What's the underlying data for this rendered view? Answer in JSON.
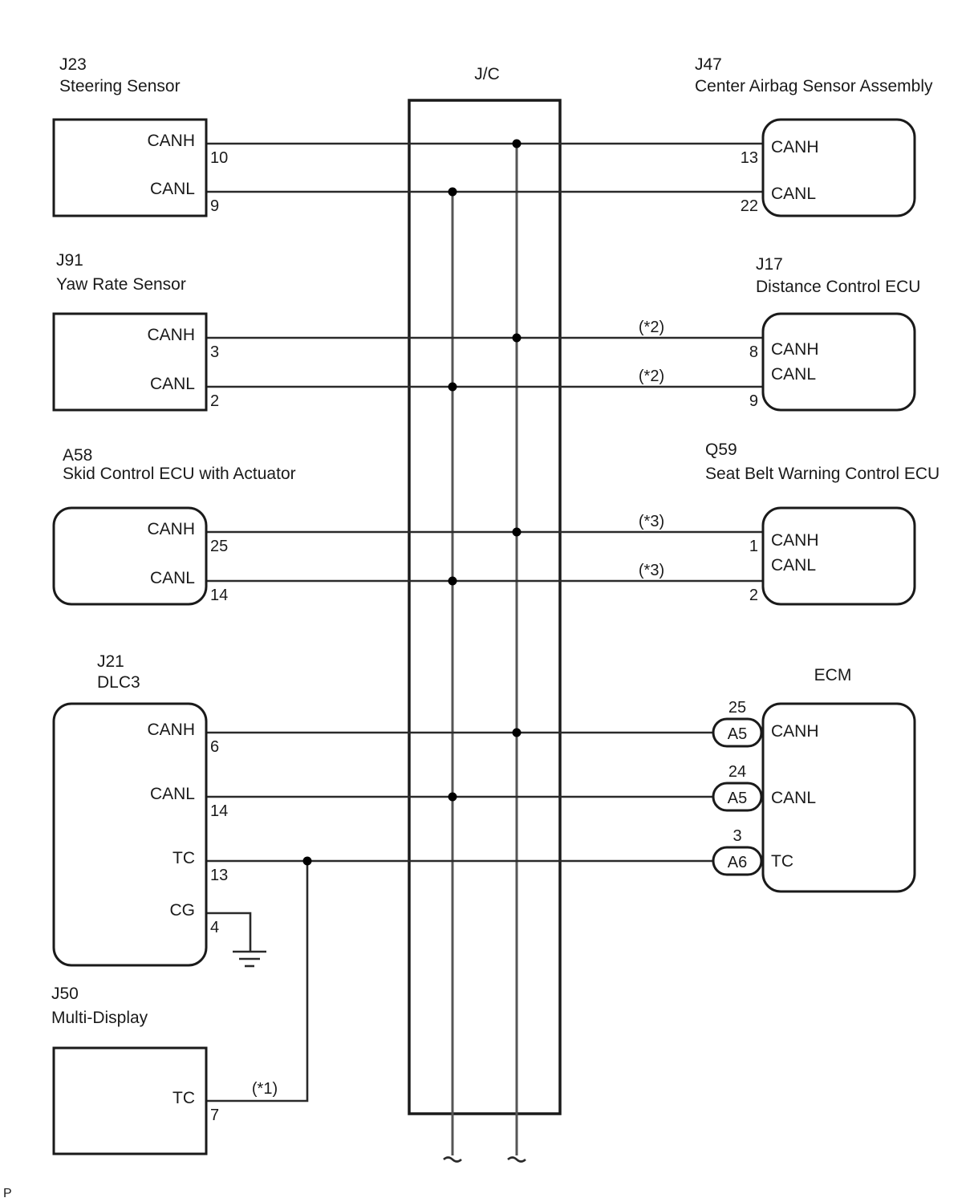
{
  "junction": {
    "label": "J/C"
  },
  "left_components": [
    {
      "code": "J23",
      "name": "Steering Sensor",
      "shape": "rect",
      "pins": [
        {
          "signal": "CANH",
          "number": "10",
          "bus": "H"
        },
        {
          "signal": "CANL",
          "number": "9",
          "bus": "L"
        }
      ]
    },
    {
      "code": "J91",
      "name": "Yaw Rate Sensor",
      "shape": "rect",
      "pins": [
        {
          "signal": "CANH",
          "number": "3",
          "bus": "H"
        },
        {
          "signal": "CANL",
          "number": "2",
          "bus": "L"
        }
      ]
    },
    {
      "code": "A58",
      "name": "Skid Control ECU with Actuator",
      "shape": "rounded",
      "pins": [
        {
          "signal": "CANH",
          "number": "25",
          "bus": "H"
        },
        {
          "signal": "CANL",
          "number": "14",
          "bus": "L"
        }
      ]
    },
    {
      "code": "J21",
      "name": "DLC3",
      "shape": "rounded",
      "pins": [
        {
          "signal": "CANH",
          "number": "6",
          "bus": "H"
        },
        {
          "signal": "CANL",
          "number": "14",
          "bus": "L"
        },
        {
          "signal": "TC",
          "number": "13",
          "bus": "TC"
        },
        {
          "signal": "CG",
          "number": "4",
          "bus": "GND"
        }
      ]
    },
    {
      "code": "J50",
      "name": "Multi-Display",
      "shape": "rect",
      "pins": [
        {
          "signal": "TC",
          "number": "7",
          "bus": "TC",
          "note": "(*1)"
        }
      ]
    }
  ],
  "right_components": [
    {
      "code": "J47",
      "name": "Center Airbag Sensor Assembly",
      "shape": "rounded",
      "pins": [
        {
          "signal": "CANH",
          "number": "13",
          "bus": "H"
        },
        {
          "signal": "CANL",
          "number": "22",
          "bus": "L"
        }
      ]
    },
    {
      "code": "J17",
      "name": "Distance Control ECU",
      "shape": "rounded",
      "pins": [
        {
          "signal": "CANH",
          "number": "8",
          "bus": "H",
          "note": "(*2)"
        },
        {
          "signal": "CANL",
          "number": "9",
          "bus": "L",
          "note": "(*2)"
        }
      ]
    },
    {
      "code": "Q59",
      "name": "Seat Belt Warning Control ECU",
      "shape": "rounded",
      "pins": [
        {
          "signal": "CANH",
          "number": "1",
          "bus": "H",
          "note": "(*3)"
        },
        {
          "signal": "CANL",
          "number": "2",
          "bus": "L",
          "note": "(*3)"
        }
      ]
    },
    {
      "code": "",
      "name": "ECM",
      "shape": "rounded",
      "pins": [
        {
          "signal": "CANH",
          "number": "25",
          "connector": "A5",
          "bus": "H"
        },
        {
          "signal": "CANL",
          "number": "24",
          "connector": "A5",
          "bus": "L"
        },
        {
          "signal": "TC",
          "number": "3",
          "connector": "A6",
          "bus": "TC"
        }
      ]
    }
  ],
  "footer": {
    "mark": "P"
  }
}
